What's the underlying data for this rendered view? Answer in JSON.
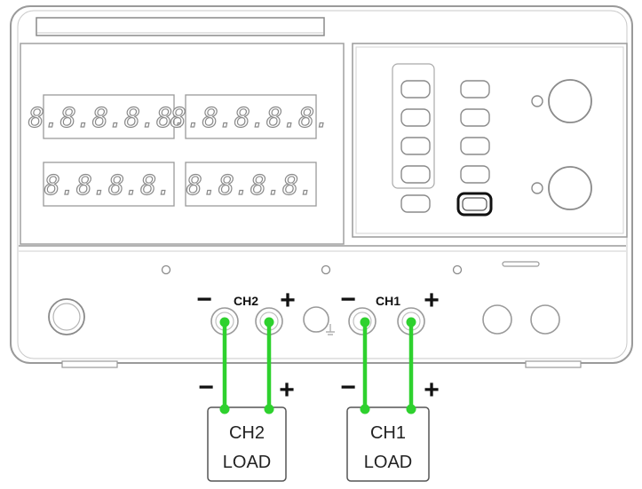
{
  "front_panel": {
    "displays": {
      "ch2_primary": "8.8.8.8.8.",
      "ch1_primary": "8.8.8.8.8.",
      "ch2_secondary": "8.8.8.8.",
      "ch1_secondary": "8.8.8.8."
    },
    "output_terminals": {
      "ch2": {
        "label": "CH2",
        "minus": "−",
        "plus": "+"
      },
      "ch1": {
        "label": "CH1",
        "minus": "−",
        "plus": "+"
      }
    }
  },
  "wiring": {
    "color": "#2ed12e",
    "ch2": {
      "minus": "−",
      "plus": "+"
    },
    "ch1": {
      "minus": "−",
      "plus": "+"
    }
  },
  "loads": {
    "ch2": {
      "line1": "CH2",
      "line2": "LOAD"
    },
    "ch1": {
      "line1": "CH1",
      "line2": "LOAD"
    }
  }
}
